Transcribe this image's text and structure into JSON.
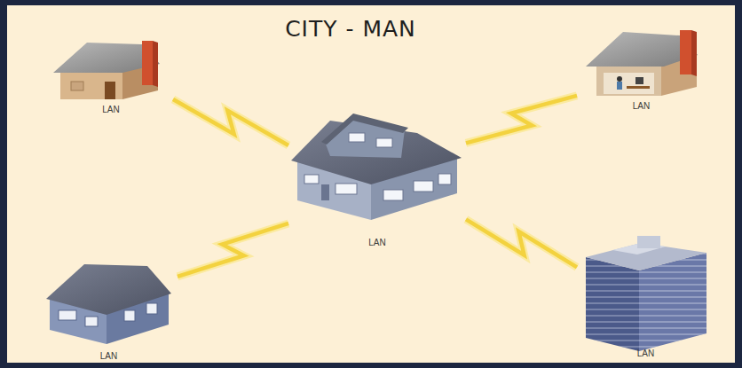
{
  "diagram": {
    "title": "CITY - MAN",
    "nodes": [
      {
        "text": [
          "LAN"
        ]
      },
      {
        "text": [
          "LAN"
        ]
      },
      {
        "text": [
          "LAN"
        ]
      },
      {
        "text": [
          "LAN"
        ]
      },
      {
        "text": [
          "LAN"
        ]
      }
    ],
    "edges": [
      {
        "from": 2,
        "to": 0,
        "arrow": "none"
      },
      {
        "from": 2,
        "to": 1,
        "arrow": "none"
      },
      {
        "from": 2,
        "to": 3,
        "arrow": "none"
      },
      {
        "from": 2,
        "to": 4,
        "arrow": "none"
      }
    ]
  }
}
